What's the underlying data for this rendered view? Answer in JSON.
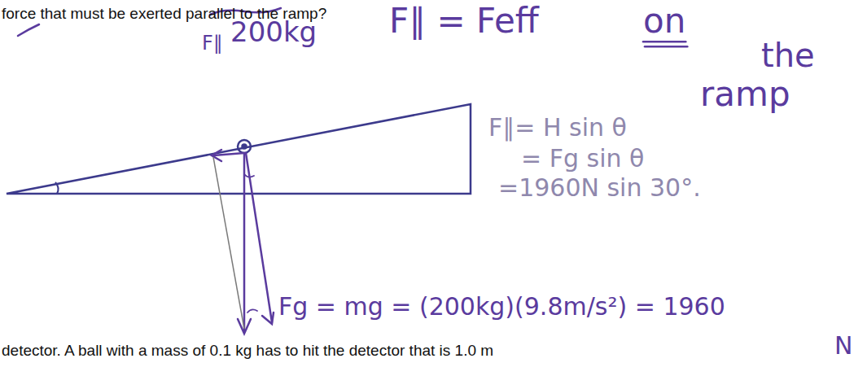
{
  "diagram": {
    "labels": [
      "force that must be exerted parallel to the ramp?",
      "F∥ = Feff",
      "on",
      "the",
      "ramp",
      "F∥",
      "200kg",
      "F∥= H sin θ",
      "= Fg sin θ",
      "=1960N sin 30°.",
      "Fg = mg = (200kg)(9.8m/s²) = 1960",
      "N",
      "detector. A ball with a mass of 0.1 kg has to hit the detector that is 1.0 m"
    ]
  }
}
